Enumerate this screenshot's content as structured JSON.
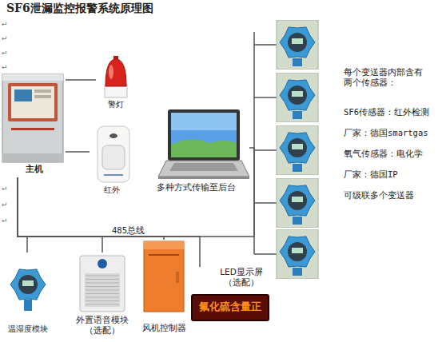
{
  "diagram": {
    "title": "SF6泄漏监控报警系统原理图",
    "nodes": [
      {
        "text": [
          "主机"
        ]
      },
      {
        "text": [
          "警灯"
        ]
      },
      {
        "text": [
          "红外"
        ]
      },
      {
        "text": [
          "多种方式传输至后台"
        ]
      },
      {
        "text": [
          "温湿度模块"
        ]
      },
      {
        "text": [
          "外置语音模块 （选配）"
        ]
      },
      {
        "text": [
          "风机控制器"
        ]
      },
      {
        "text": [
          "LED显示屏 （选配）",
          "氟化硫含量正"
        ]
      }
    ],
    "edges": [
      {
        "from": 0,
        "to": 1,
        "arrow": "none"
      },
      {
        "from": 0,
        "to": 2,
        "arrow": "none"
      },
      {
        "from": 0,
        "to": 3,
        "arrow": "none"
      },
      {
        "from": 0,
        "to": 4,
        "arrow": "none"
      },
      {
        "from": 0,
        "to": 5,
        "arrow": "none"
      },
      {
        "from": 0,
        "to": 6,
        "arrow": "none"
      },
      {
        "from": 0,
        "to": 7,
        "arrow": "none"
      }
    ],
    "labels": [
      "↵",
      "↵",
      "↵",
      "↵",
      "每个变送器内部含有 两个传感器：",
      "SF6传感器：红外检测",
      "厂家：德国smartgas",
      "氧气传感器：电化学",
      "厂家：德国IP",
      "可级联多个变送器",
      "485总线",
      "↵",
      "↵",
      "↵"
    ]
  }
}
